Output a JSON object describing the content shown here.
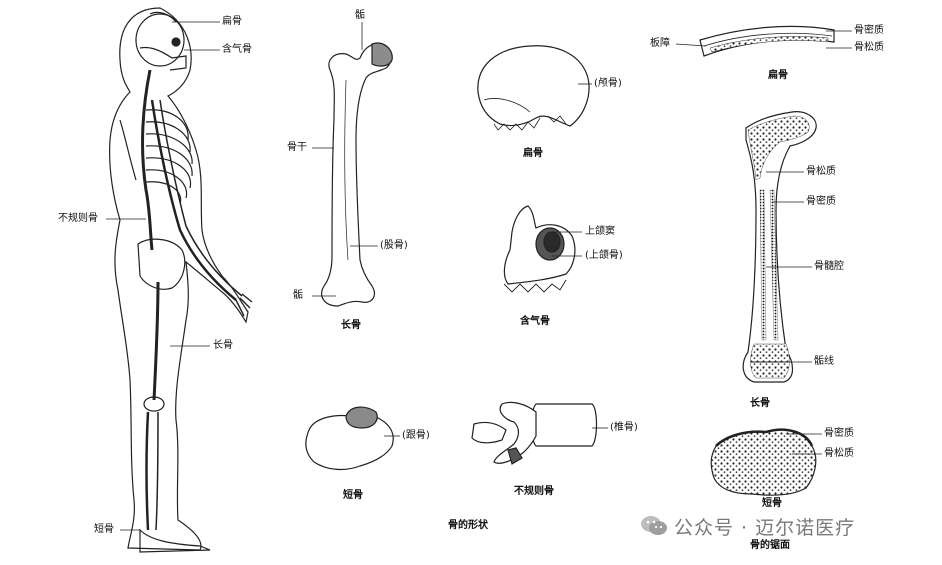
{
  "skeleton": {
    "labels": [
      "扁骨",
      "含气骨",
      "不规则骨",
      "长骨",
      "短骨"
    ]
  },
  "long_bone": {
    "labels": [
      "骺",
      "骨干",
      "(股骨)",
      "骺"
    ],
    "caption": "长骨"
  },
  "flat_bone": {
    "label": "(颅骨)",
    "caption": "扁骨"
  },
  "pneumatic_bone": {
    "labels": [
      "上颌窦",
      "(上颌骨)"
    ],
    "caption": "含气骨"
  },
  "short_bone": {
    "label": "(跟骨)",
    "caption": "短骨"
  },
  "irregular_bone": {
    "label": "(椎骨)",
    "caption": "不规则骨"
  },
  "shapes_title": "骨的形状",
  "section_flat": {
    "labels": [
      "板障",
      "骨密质",
      "骨松质"
    ],
    "caption": "扁骨"
  },
  "section_long": {
    "labels": [
      "骨松质",
      "骨密质",
      "骨髓腔",
      "骺线"
    ],
    "caption": "长骨"
  },
  "section_short": {
    "labels": [
      "骨密质",
      "骨松质"
    ],
    "caption": "短骨"
  },
  "section_title": "骨的锯面",
  "watermark": "公众号 · 迈尔诺医疗"
}
